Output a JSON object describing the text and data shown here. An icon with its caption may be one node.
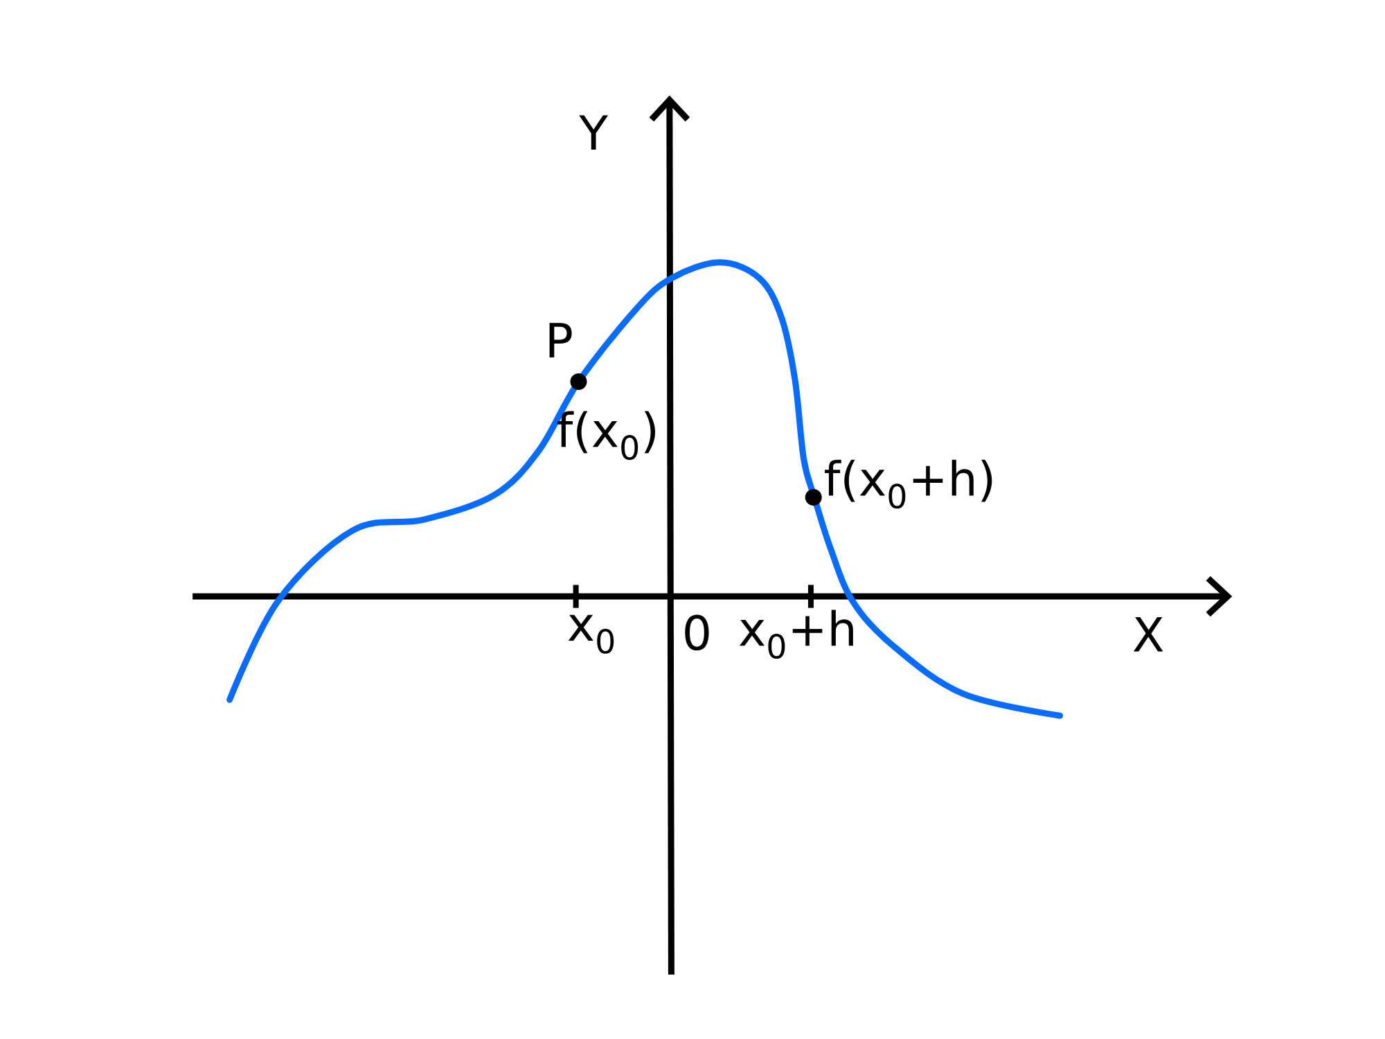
{
  "diagram": {
    "labels": [
      "Y",
      "P",
      "f(x$_{0}$)",
      "f(x$_{0}$+h)",
      "x$_{0}$",
      "0",
      "x$_{0}$+h",
      "X"
    ]
  }
}
